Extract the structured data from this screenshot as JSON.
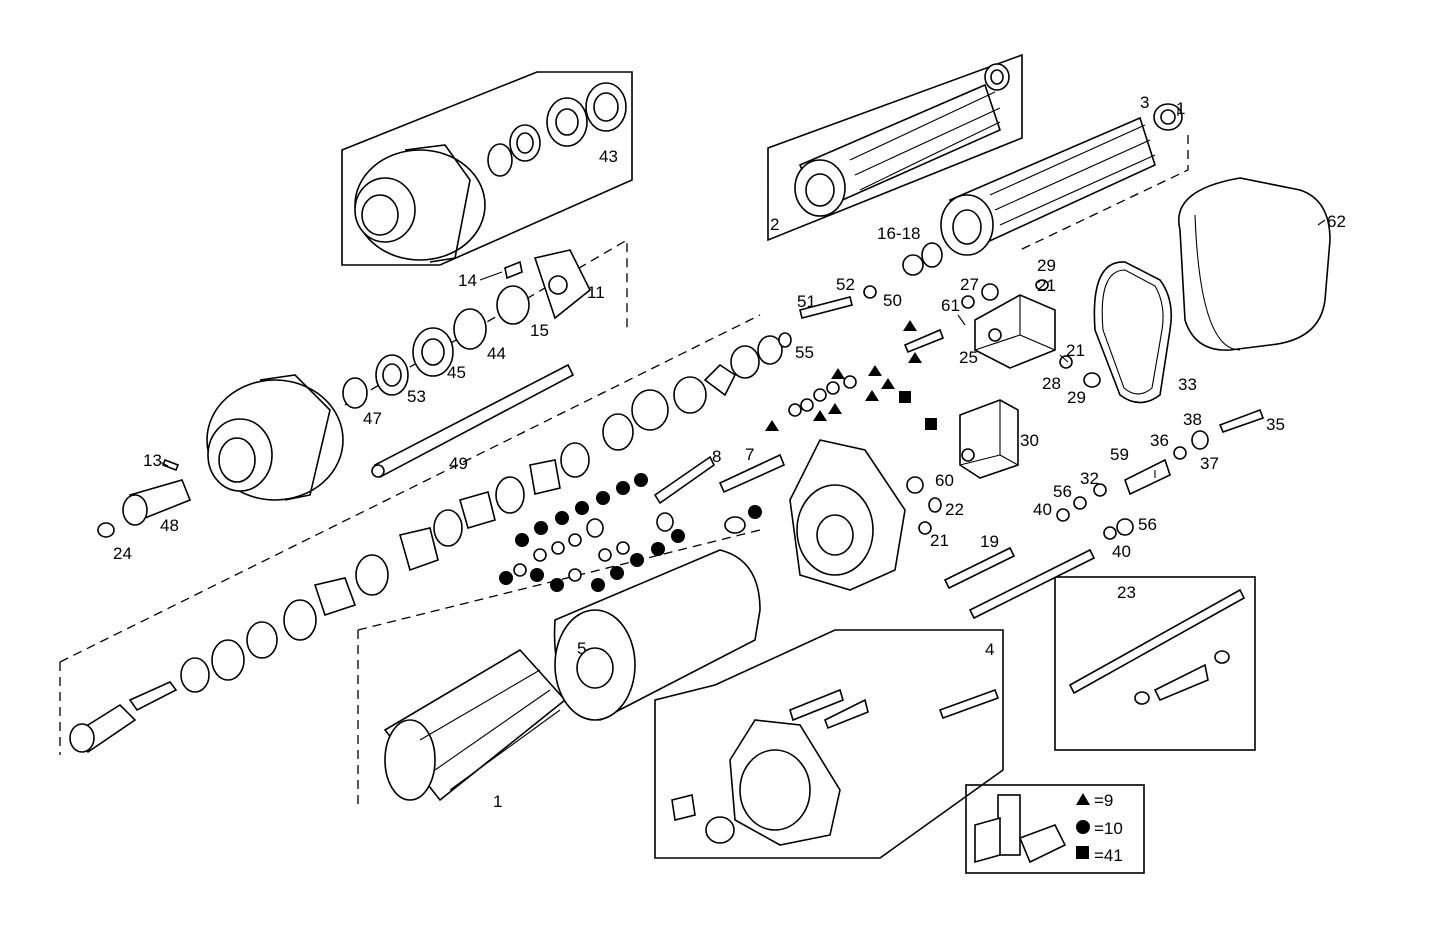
{
  "diagram": {
    "callouts": [
      {
        "key": "c1a",
        "text": "1"
      },
      {
        "key": "c1b",
        "text": "1"
      },
      {
        "key": "c2",
        "text": "2"
      },
      {
        "key": "c3",
        "text": "3"
      },
      {
        "key": "c4",
        "text": "4"
      },
      {
        "key": "c5",
        "text": "5"
      },
      {
        "key": "c7",
        "text": "7"
      },
      {
        "key": "c8",
        "text": "8"
      },
      {
        "key": "c11",
        "text": "11"
      },
      {
        "key": "c13",
        "text": "13"
      },
      {
        "key": "c14",
        "text": "14"
      },
      {
        "key": "c15",
        "text": "15"
      },
      {
        "key": "c16_18",
        "text": "16-18"
      },
      {
        "key": "c19",
        "text": "19"
      },
      {
        "key": "c21a",
        "text": "21"
      },
      {
        "key": "c21b",
        "text": "21"
      },
      {
        "key": "c21c",
        "text": "21"
      },
      {
        "key": "c22",
        "text": "22"
      },
      {
        "key": "c23",
        "text": "23"
      },
      {
        "key": "c24",
        "text": "24"
      },
      {
        "key": "c25",
        "text": "25"
      },
      {
        "key": "c27",
        "text": "27"
      },
      {
        "key": "c28",
        "text": "28"
      },
      {
        "key": "c29a",
        "text": "29"
      },
      {
        "key": "c29b",
        "text": "29"
      },
      {
        "key": "c30",
        "text": "30"
      },
      {
        "key": "c32",
        "text": "32"
      },
      {
        "key": "c33",
        "text": "33"
      },
      {
        "key": "c35",
        "text": "35"
      },
      {
        "key": "c36",
        "text": "36"
      },
      {
        "key": "c37",
        "text": "37"
      },
      {
        "key": "c38",
        "text": "38"
      },
      {
        "key": "c40a",
        "text": "40"
      },
      {
        "key": "c40b",
        "text": "40"
      },
      {
        "key": "c43",
        "text": "43"
      },
      {
        "key": "c44",
        "text": "44"
      },
      {
        "key": "c45",
        "text": "45"
      },
      {
        "key": "c47",
        "text": "47"
      },
      {
        "key": "c48",
        "text": "48"
      },
      {
        "key": "c49",
        "text": "49"
      },
      {
        "key": "c50",
        "text": "50"
      },
      {
        "key": "c51",
        "text": "51"
      },
      {
        "key": "c52",
        "text": "52"
      },
      {
        "key": "c53",
        "text": "53"
      },
      {
        "key": "c55",
        "text": "55"
      },
      {
        "key": "c56a",
        "text": "56"
      },
      {
        "key": "c56b",
        "text": "56"
      },
      {
        "key": "c59",
        "text": "59"
      },
      {
        "key": "c60",
        "text": "60"
      },
      {
        "key": "c61",
        "text": "61"
      },
      {
        "key": "c62",
        "text": "62"
      }
    ],
    "legend": [
      {
        "symbol": "triangle",
        "label": "=9"
      },
      {
        "symbol": "circle",
        "label": "=10"
      },
      {
        "symbol": "square",
        "label": "=41"
      }
    ],
    "colors": {
      "ink": "#000000",
      "paper": "#ffffff"
    }
  }
}
